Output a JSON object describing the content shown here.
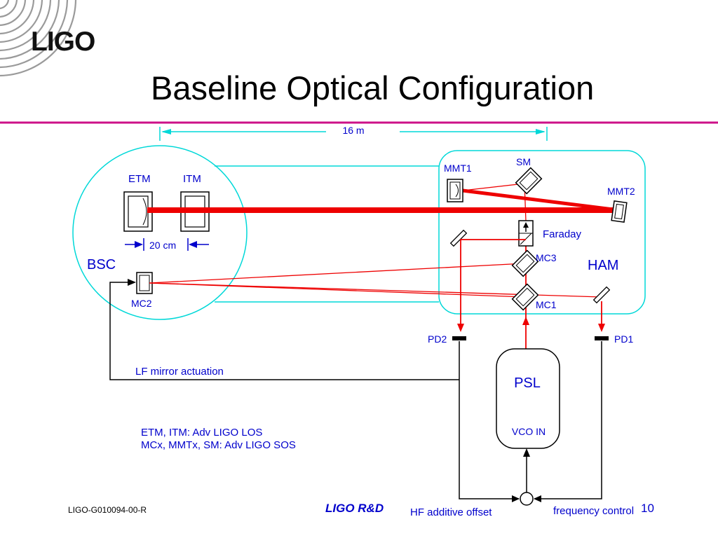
{
  "slide": {
    "title": "Baseline Optical Configuration",
    "logo": "LIGO",
    "footer_id": "LIGO-G010094-00-R",
    "footer_center": "LIGO R&D",
    "page_number": "10"
  },
  "diagram": {
    "dimension_top": "16 m",
    "dimension_bottom": "20 cm",
    "chambers": {
      "bsc": "BSC",
      "ham": "HAM"
    },
    "optics": {
      "etm": "ETM",
      "itm": "ITM",
      "mc2": "MC2",
      "mmt1": "MMT1",
      "sm": "SM",
      "mmt2": "MMT2",
      "faraday": "Faraday",
      "mc3": "MC3",
      "mc1": "MC1"
    },
    "detectors": {
      "pd2": "PD2",
      "pd1": "PD1"
    },
    "psl": {
      "label": "PSL",
      "input": "VCO IN"
    },
    "signals": {
      "lf": "LF mirror actuation",
      "hf": "HF additive offset",
      "freq": "frequency control"
    },
    "notes": [
      "ETM, ITM: Adv LIGO LOS",
      "MCx, MMTx, SM: Adv LIGO SOS"
    ],
    "colors": {
      "beam": "#ee0000",
      "chamber": "#00e0e0",
      "text": "#0000cc",
      "rule": "#cc1188"
    }
  }
}
